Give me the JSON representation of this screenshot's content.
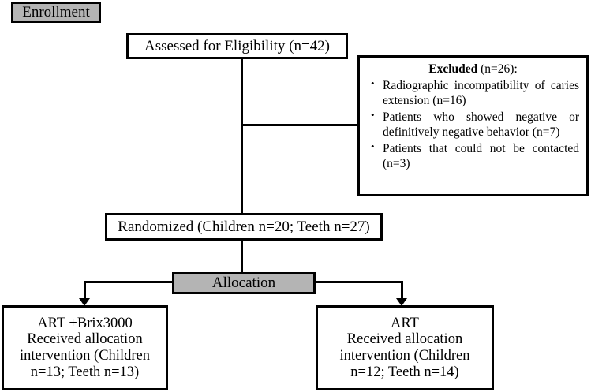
{
  "diagram": {
    "title": "CONSORT participant flow diagram",
    "colors": {
      "stage_badge_fill": "#b4b4b4",
      "box_border": "#000000",
      "box_fill": "#ffffff",
      "text": "#000000"
    }
  },
  "stages": {
    "enrollment_label": "Enrollment",
    "allocation_label": "Allocation"
  },
  "nodes": {
    "assessed": {
      "text": "Assessed for Eligibility (n=42)"
    },
    "excluded": {
      "title_bold": "Excluded",
      "title_rest": " (n=26):",
      "items": [
        "Radiographic incompatibility of caries extension (n=16)",
        "Patients who showed negative or definitively negative behavior (n=7)",
        "Patients that could not be contacted (n=3)"
      ],
      "bullet_glyph": "•"
    },
    "randomized": {
      "text": "Randomized (Children n=20; Teeth n=27)"
    },
    "allocation_left": {
      "line1": "ART +Brix3000",
      "line2": "Received allocation",
      "line3": "intervention (Children",
      "line4": "n=13; Teeth n=13)"
    },
    "allocation_right": {
      "line1": "ART",
      "line2": "Received allocation",
      "line3": "intervention (Children",
      "line4": "n=12; Teeth n=14)"
    }
  },
  "counts": {
    "assessed_n": 42,
    "excluded_total_n": 26,
    "excluded_radiographic_n": 16,
    "excluded_behavior_n": 7,
    "excluded_not_contacted_n": 3,
    "randomized_children_n": 20,
    "randomized_teeth_n": 27,
    "left_arm_children_n": 13,
    "left_arm_teeth_n": 13,
    "right_arm_children_n": 12,
    "right_arm_teeth_n": 14
  }
}
